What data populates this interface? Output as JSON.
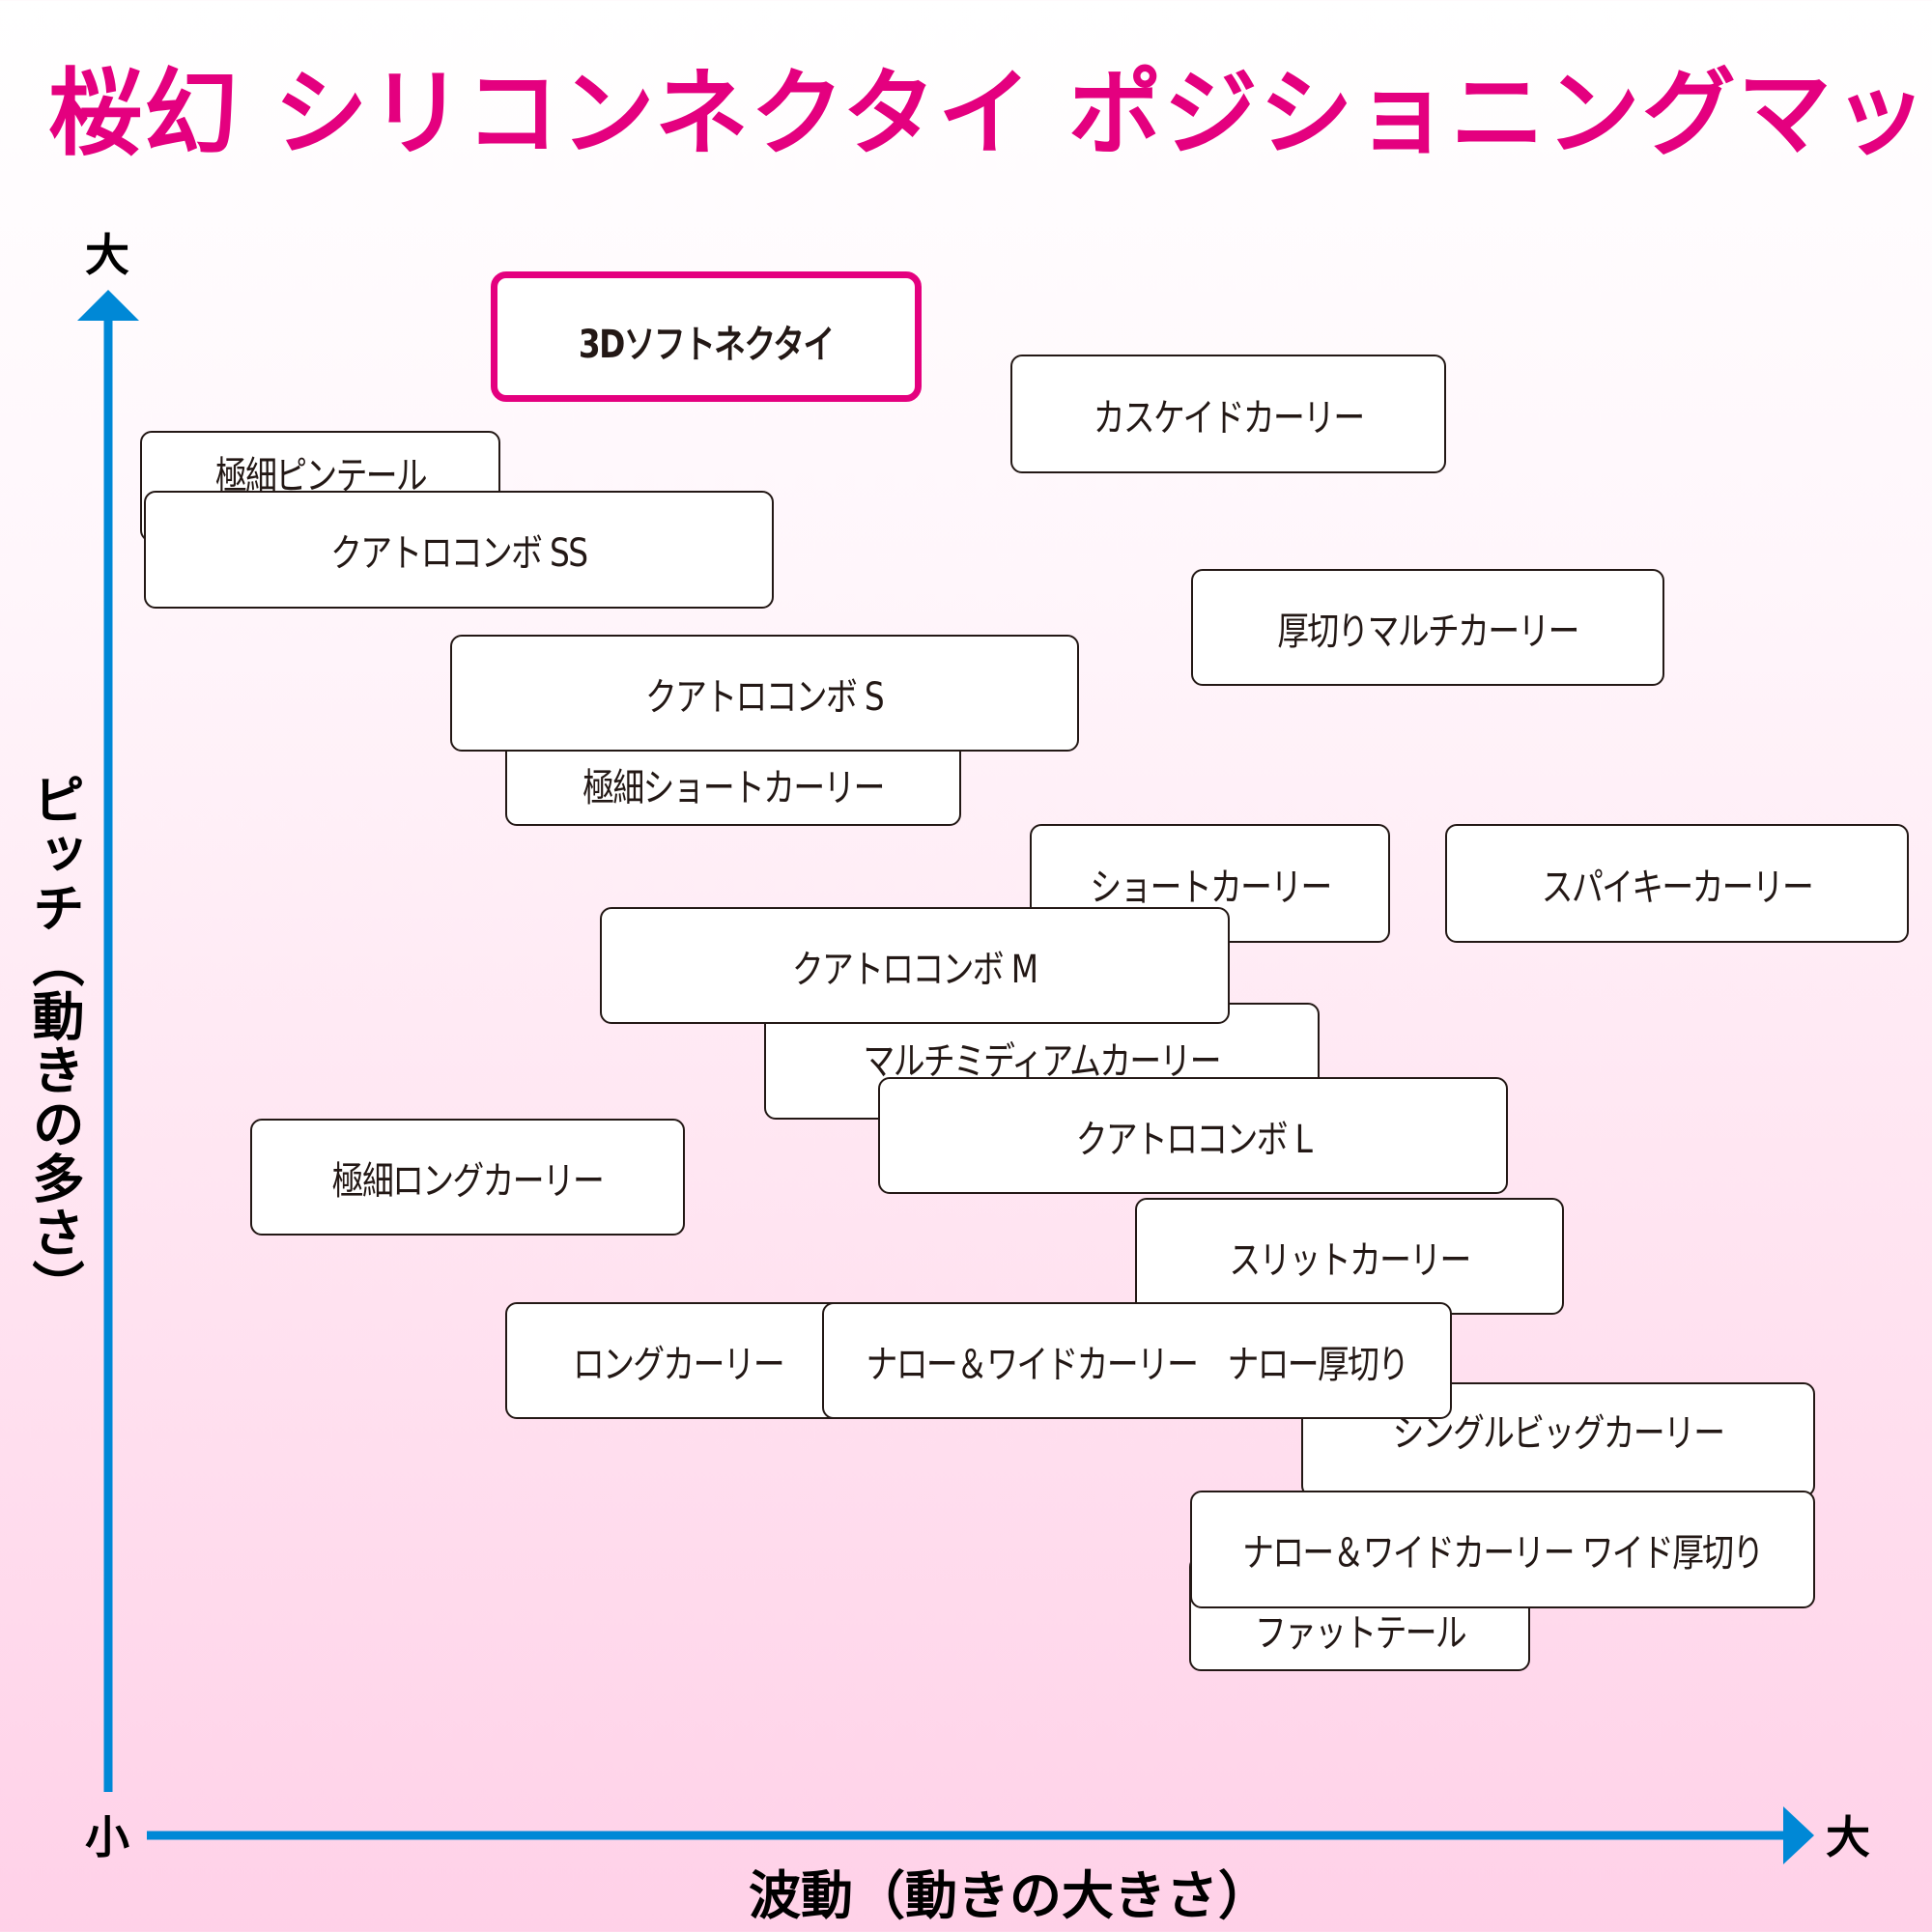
{
  "title": "桜幻 シリコンネクタイ ポジショニングマップ",
  "colors": {
    "accent": "#e4007f",
    "axis": "#0088d6",
    "text": "#231815"
  },
  "axes": {
    "y": {
      "label": "ピッチ（動きの多さ）",
      "high": "大",
      "low": "小"
    },
    "x": {
      "label": "波動（動きの大きさ）",
      "high": "大",
      "low": "小"
    }
  },
  "products": [
    {
      "id": "3d-soft-necktie",
      "label": "3Dソフトネクタイ",
      "featured": true
    },
    {
      "id": "cascade-curly",
      "label": "カスケイドカーリー"
    },
    {
      "id": "thin-pintail",
      "label": "極細ピンテール"
    },
    {
      "id": "quattro-combo-ss",
      "label": "クアトロコンボ SS"
    },
    {
      "id": "thick-multi-curly",
      "label": "厚切りマルチカーリー"
    },
    {
      "id": "quattro-combo-s",
      "label": "クアトロコンボ S"
    },
    {
      "id": "thin-short-curly",
      "label": "極細ショートカーリー"
    },
    {
      "id": "short-curly",
      "label": "ショートカーリー"
    },
    {
      "id": "spiky-curly",
      "label": "スパイキーカーリー"
    },
    {
      "id": "multi-medium-curly",
      "label": "マルチミディアムカーリー"
    },
    {
      "id": "quattro-combo-m",
      "label": "クアトロコンボ M"
    },
    {
      "id": "quattro-combo-l",
      "label": "クアトロコンボ L"
    },
    {
      "id": "thin-long-curly",
      "label": "極細ロングカーリー"
    },
    {
      "id": "slit-curly",
      "label": "スリットカーリー"
    },
    {
      "id": "long-curly",
      "label": "ロングカーリー"
    },
    {
      "id": "narrow-thick",
      "label": "ナロー＆ワイドカーリー　ナロー厚切り"
    },
    {
      "id": "single-big-curly",
      "label": "シングルビッグカーリー"
    },
    {
      "id": "fat-tail",
      "label": "ファットテール"
    },
    {
      "id": "wide-thick",
      "label": "ナロー＆ワイドカーリー ワイド厚切り"
    }
  ]
}
